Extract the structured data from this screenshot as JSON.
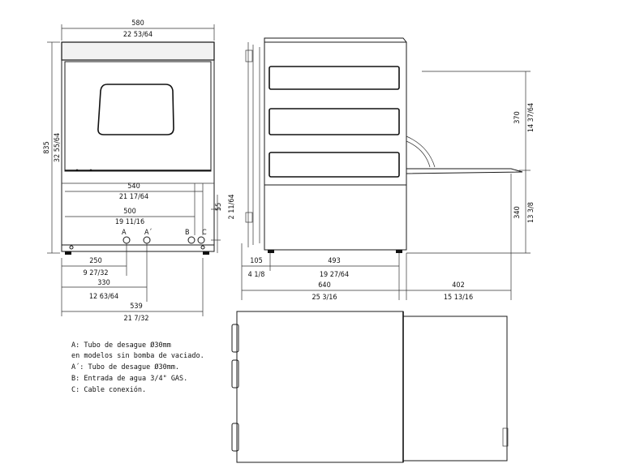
{
  "front_view": {
    "width_mm": "580",
    "width_in": "22 53/64",
    "height_mm": "835",
    "height_in": "32 55/64",
    "inner_width_mm": "540",
    "inner_width_in": "21 17/64",
    "b_offset_mm": "500",
    "b_offset_in": "19 11/16",
    "a_offset_mm": "250",
    "a_offset_in": "9 27/32",
    "a2_offset_mm": "330",
    "a2_offset_in": "12 63/64",
    "feet_span_mm": "539",
    "feet_span_in": "21 7/32",
    "conn_height_mm": "55",
    "conn_height_in": "2 11/64",
    "labels": {
      "a": "A",
      "a2": "A´",
      "b": "B",
      "c": "C"
    }
  },
  "side_view": {
    "depth_mm": "640",
    "depth_in": "25 3/16",
    "rear_offset_mm": "105",
    "rear_offset_in": "4 1/8",
    "foot_span_mm": "493",
    "foot_span_in": "19 27/64",
    "door_open_mm": "402",
    "door_open_in": "15 13/16",
    "upper_height_mm": "370",
    "upper_height_in": "14 37/64",
    "lower_height_mm": "340",
    "lower_height_in": "13 3/8"
  },
  "legend": [
    "A: Tubo de desague Ø30mm",
    "en modelos sin bomba de vaciado.",
    "A´: Tubo de desague Ø30mm.",
    "B: Entrada de agua 3/4\" GAS.",
    "C: Cable conexión."
  ]
}
